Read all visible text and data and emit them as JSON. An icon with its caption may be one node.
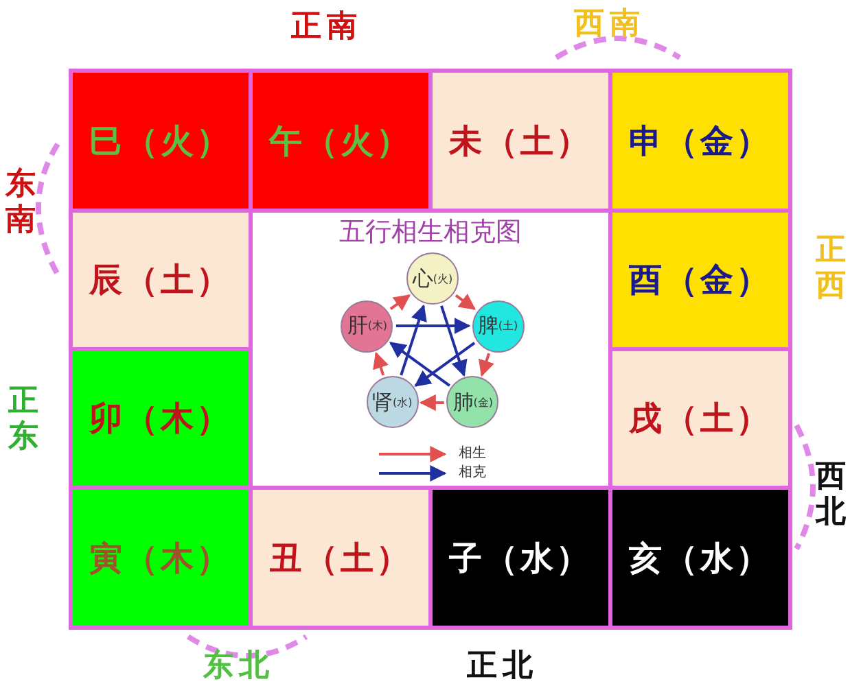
{
  "diagram": {
    "nodes": [
      {
        "text": [
          "巳（火）"
        ]
      },
      {
        "text": [
          "午（火）"
        ]
      },
      {
        "text": [
          "未（土）"
        ]
      },
      {
        "text": [
          "申（金）"
        ]
      },
      {
        "text": [
          "辰（土）"
        ]
      },
      {
        "text": [
          "五行相生相克图"
        ]
      },
      {
        "text": [
          "心",
          "(火)"
        ],
        "in": 5
      },
      {
        "text": [
          "脾",
          "(土)"
        ],
        "in": 5
      },
      {
        "text": [
          "肺",
          "(金)"
        ],
        "in": 5
      },
      {
        "text": [
          "肾",
          "(水)"
        ],
        "in": 5
      },
      {
        "text": [
          "肝",
          "(木)"
        ],
        "in": 5
      },
      {
        "text": [
          "酉（金）"
        ]
      },
      {
        "text": [
          "卯（木）"
        ]
      },
      {
        "text": [
          "戌（土）"
        ]
      },
      {
        "text": [
          "寅（木）"
        ]
      },
      {
        "text": [
          "丑（土）"
        ]
      },
      {
        "text": [
          "子（水）"
        ]
      },
      {
        "text": [
          "亥（水）"
        ]
      }
    ],
    "edges": [
      {
        "from": 6,
        "to": 7,
        "arrow": "to",
        "color": "#e05050"
      },
      {
        "from": 7,
        "to": 8,
        "arrow": "to",
        "color": "#e05050"
      },
      {
        "from": 8,
        "to": 9,
        "arrow": "to",
        "color": "#e05050"
      },
      {
        "from": 9,
        "to": 10,
        "arrow": "to",
        "color": "#e05050"
      },
      {
        "from": 10,
        "to": 6,
        "arrow": "to",
        "color": "#e05050"
      },
      {
        "from": 6,
        "to": 8,
        "arrow": "to",
        "color": "#2030a0"
      },
      {
        "from": 8,
        "to": 10,
        "arrow": "to",
        "color": "#2030a0"
      },
      {
        "from": 10,
        "to": 7,
        "arrow": "to",
        "color": "#2030a0"
      },
      {
        "from": 7,
        "to": 9,
        "arrow": "to",
        "color": "#2030a0"
      },
      {
        "from": 9,
        "to": 6,
        "arrow": "to",
        "color": "#2030a0"
      }
    ],
    "labels": [
      "正南",
      "西南",
      "东南",
      "正西",
      "正东",
      "西北",
      "东北",
      "正北"
    ],
    "legend": [
      {
        "text": "相生"
      },
      {
        "text": "相克"
      }
    ]
  }
}
